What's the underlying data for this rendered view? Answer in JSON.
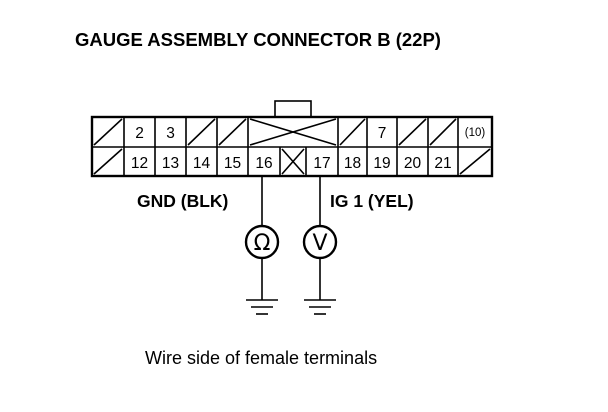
{
  "diagram": {
    "title": "GAUGE ASSEMBLY CONNECTOR B (22P)",
    "caption": "Wire side of female terminals",
    "top_row": [
      "",
      "2",
      "3",
      "",
      "",
      "",
      "",
      "7",
      "",
      "",
      "(10)"
    ],
    "bottom_row": [
      "",
      "12",
      "13",
      "14",
      "15",
      "16",
      "",
      "17",
      "18",
      "19",
      "20",
      "21",
      ""
    ],
    "gnd_label": "GND (BLK)",
    "ig_label": "IG 1 (YEL)",
    "ohm_symbol": "Ω",
    "volt_symbol": "V"
  }
}
